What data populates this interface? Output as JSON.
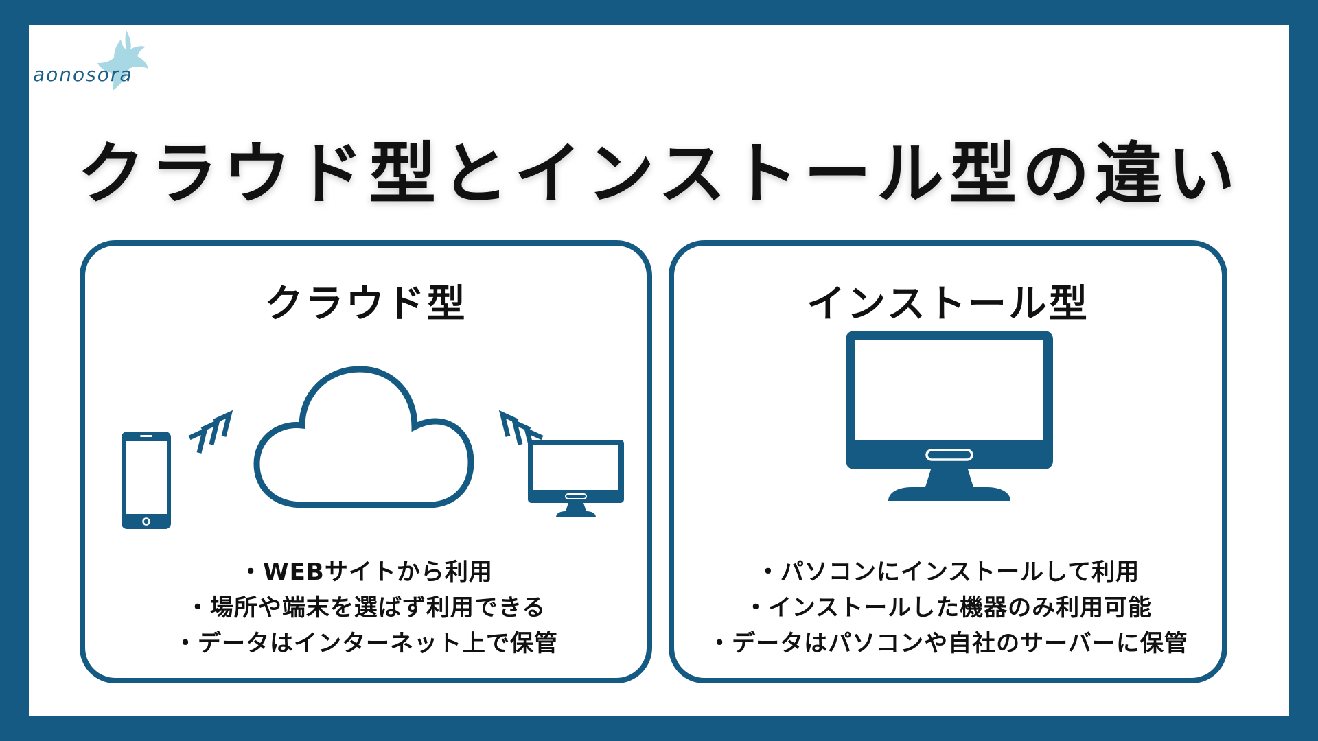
{
  "logo": {
    "text": "aonosora",
    "icon": "bird-icon"
  },
  "title": "クラウド型とインストール型の違い",
  "cloud": {
    "heading": "クラウド型",
    "icons": [
      "smartphone-icon",
      "signal-arrows-icon",
      "cloud-icon",
      "signal-arrows-icon",
      "monitor-icon"
    ],
    "points": [
      "・WEBサイトから利用",
      "・場所や端末を選ばず利用できる",
      "・データはインターネット上で保管"
    ]
  },
  "install": {
    "heading": "インストール型",
    "icons": [
      "monitor-icon"
    ],
    "points": [
      "・パソコンにインストールして利用",
      "・インストールした機器のみ利用可能",
      "・データはパソコンや自社のサーバーに保管"
    ]
  },
  "colors": {
    "frame": "#155a82",
    "logo": "#9fd3df",
    "text": "#111111"
  }
}
